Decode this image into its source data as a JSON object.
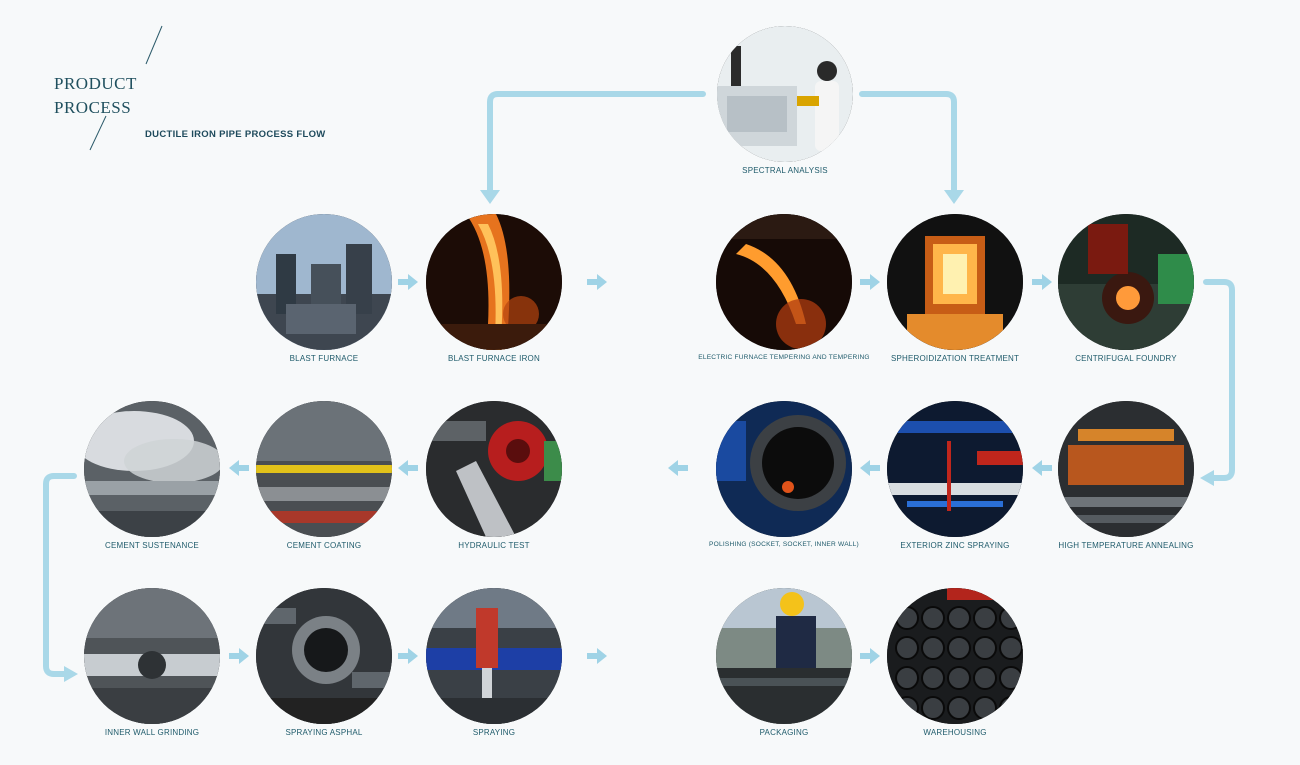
{
  "header": {
    "title_line1": "PRODUCT",
    "title_line2": "PROCESS",
    "subtitle": "DUCTILE IRON PIPE PROCESS FLOW"
  },
  "colors": {
    "flow_line": "#a9d8e8",
    "arrow": "#9fd3e6",
    "label": "#1f5b6b",
    "title": "#1f4f5e"
  },
  "steps": {
    "spectral_analysis": "SPECTRAL ANALYSIS",
    "blast_furnace": "BLAST FURNACE",
    "blast_furnace_iron": "BLAST FURNACE IRON",
    "electric_furnace": "ELECTRIC FURNACE TEMPERING AND TEMPERING",
    "spheroidization": "SPHEROIDIZATION TREATMENT",
    "centrifugal_foundry": "CENTRIFUGAL FOUNDRY",
    "cement_sustenance": "CEMENT SUSTENANCE",
    "cement_coating": "CEMENT COATING",
    "hydraulic_test": "HYDRAULIC TEST",
    "polishing": "POLISHING (SOCKET, SOCKET, INNER WALL)",
    "exterior_zinc": "EXTERIOR ZINC SPRAYING",
    "high_temp_annealing": "HIGH TEMPERATURE ANNEALING",
    "inner_wall_grinding": "INNER WALL GRINDING",
    "spraying_asphal": "SPRAYING ASPHAL",
    "spraying": "SPRAYING",
    "packaging": "PACKAGING",
    "warehousing": "WAREHOUSING"
  }
}
